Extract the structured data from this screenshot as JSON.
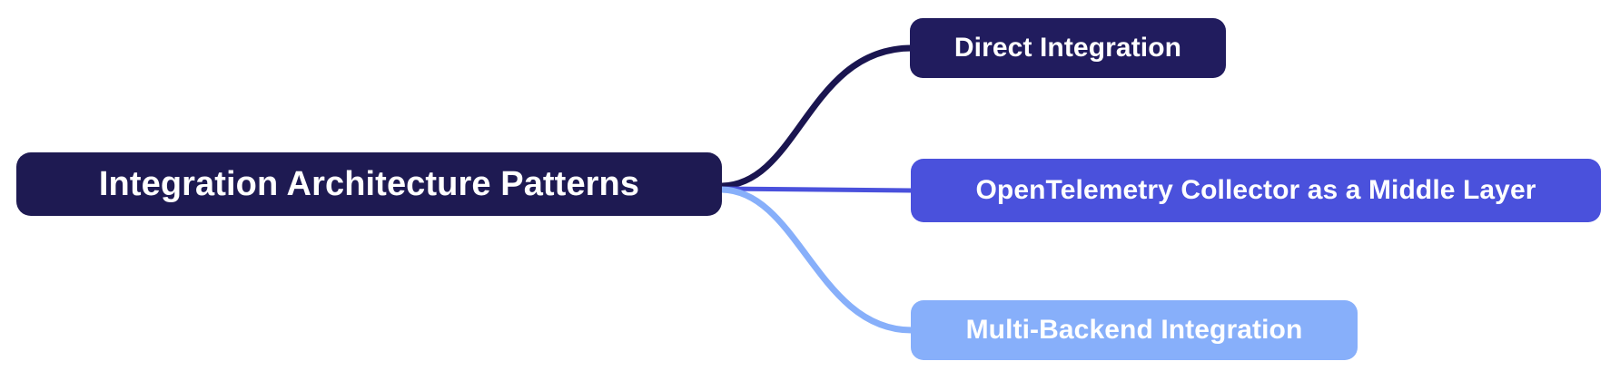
{
  "diagram": {
    "type": "mindmap",
    "orientation": "left-to-right",
    "background": "#ffffff",
    "root": {
      "id": "root",
      "label": "Integration Architecture Patterns",
      "color": "#1E1A52",
      "text_color": "#ffffff"
    },
    "branches": [
      {
        "id": "branch-0",
        "label": "Direct Integration",
        "color": "#211C5E",
        "text_color": "#ffffff",
        "edge_color": "#1A1550"
      },
      {
        "id": "branch-1",
        "label": "OpenTelemetry Collector as a Middle Layer",
        "color": "#4A51DC",
        "text_color": "#ffffff",
        "edge_color": "#4A51DC"
      },
      {
        "id": "branch-2",
        "label": "Multi-Backend Integration",
        "color": "#87AFFA",
        "text_color": "#ffffff",
        "edge_color": "#87AFFA"
      }
    ],
    "edges": [
      {
        "from": "root",
        "to": "branch-0",
        "color": "#1A1550",
        "width": 7
      },
      {
        "from": "root",
        "to": "branch-1",
        "color": "#4A51DC",
        "width": 5
      },
      {
        "from": "root",
        "to": "branch-2",
        "color": "#87AFFA",
        "width": 7
      }
    ]
  }
}
